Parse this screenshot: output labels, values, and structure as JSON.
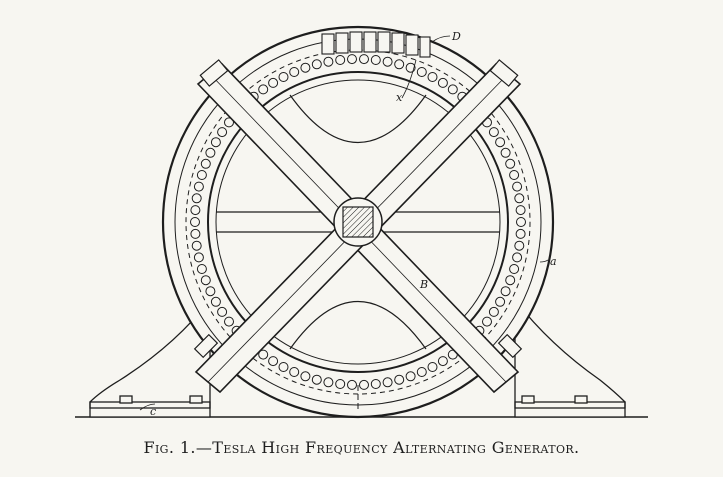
{
  "caption": "Fig. 1.—Tesla High Frequency Alternating Generator.",
  "labels": {
    "d": "D",
    "x": "x",
    "b": "B",
    "a": "a",
    "c": "c"
  }
}
